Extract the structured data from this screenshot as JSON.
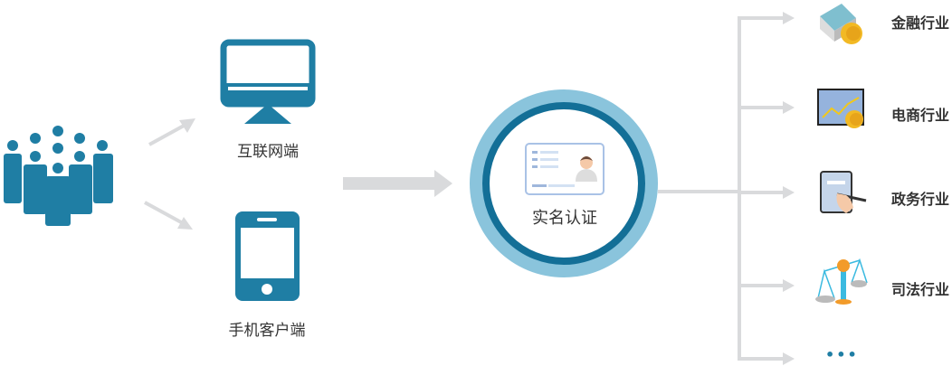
{
  "clients": [
    {
      "label": "互联网端",
      "icon": "monitor-icon"
    },
    {
      "label": "手机客户端",
      "icon": "phone-icon"
    }
  ],
  "center": {
    "label": "实名认证",
    "icon": "id-card-icon"
  },
  "industries": [
    {
      "label": "金融行业",
      "icon": "money-icon"
    },
    {
      "label": "电商行业",
      "icon": "chart-icon"
    },
    {
      "label": "政务行业",
      "icon": "signing-icon"
    },
    {
      "label": "司法行业",
      "icon": "scales-icon"
    }
  ],
  "more": "•••",
  "colors": {
    "primary": "#1f7ea4",
    "ring": "#8ac4dc",
    "dark": "#136f97",
    "arrow": "#d9dadc"
  }
}
